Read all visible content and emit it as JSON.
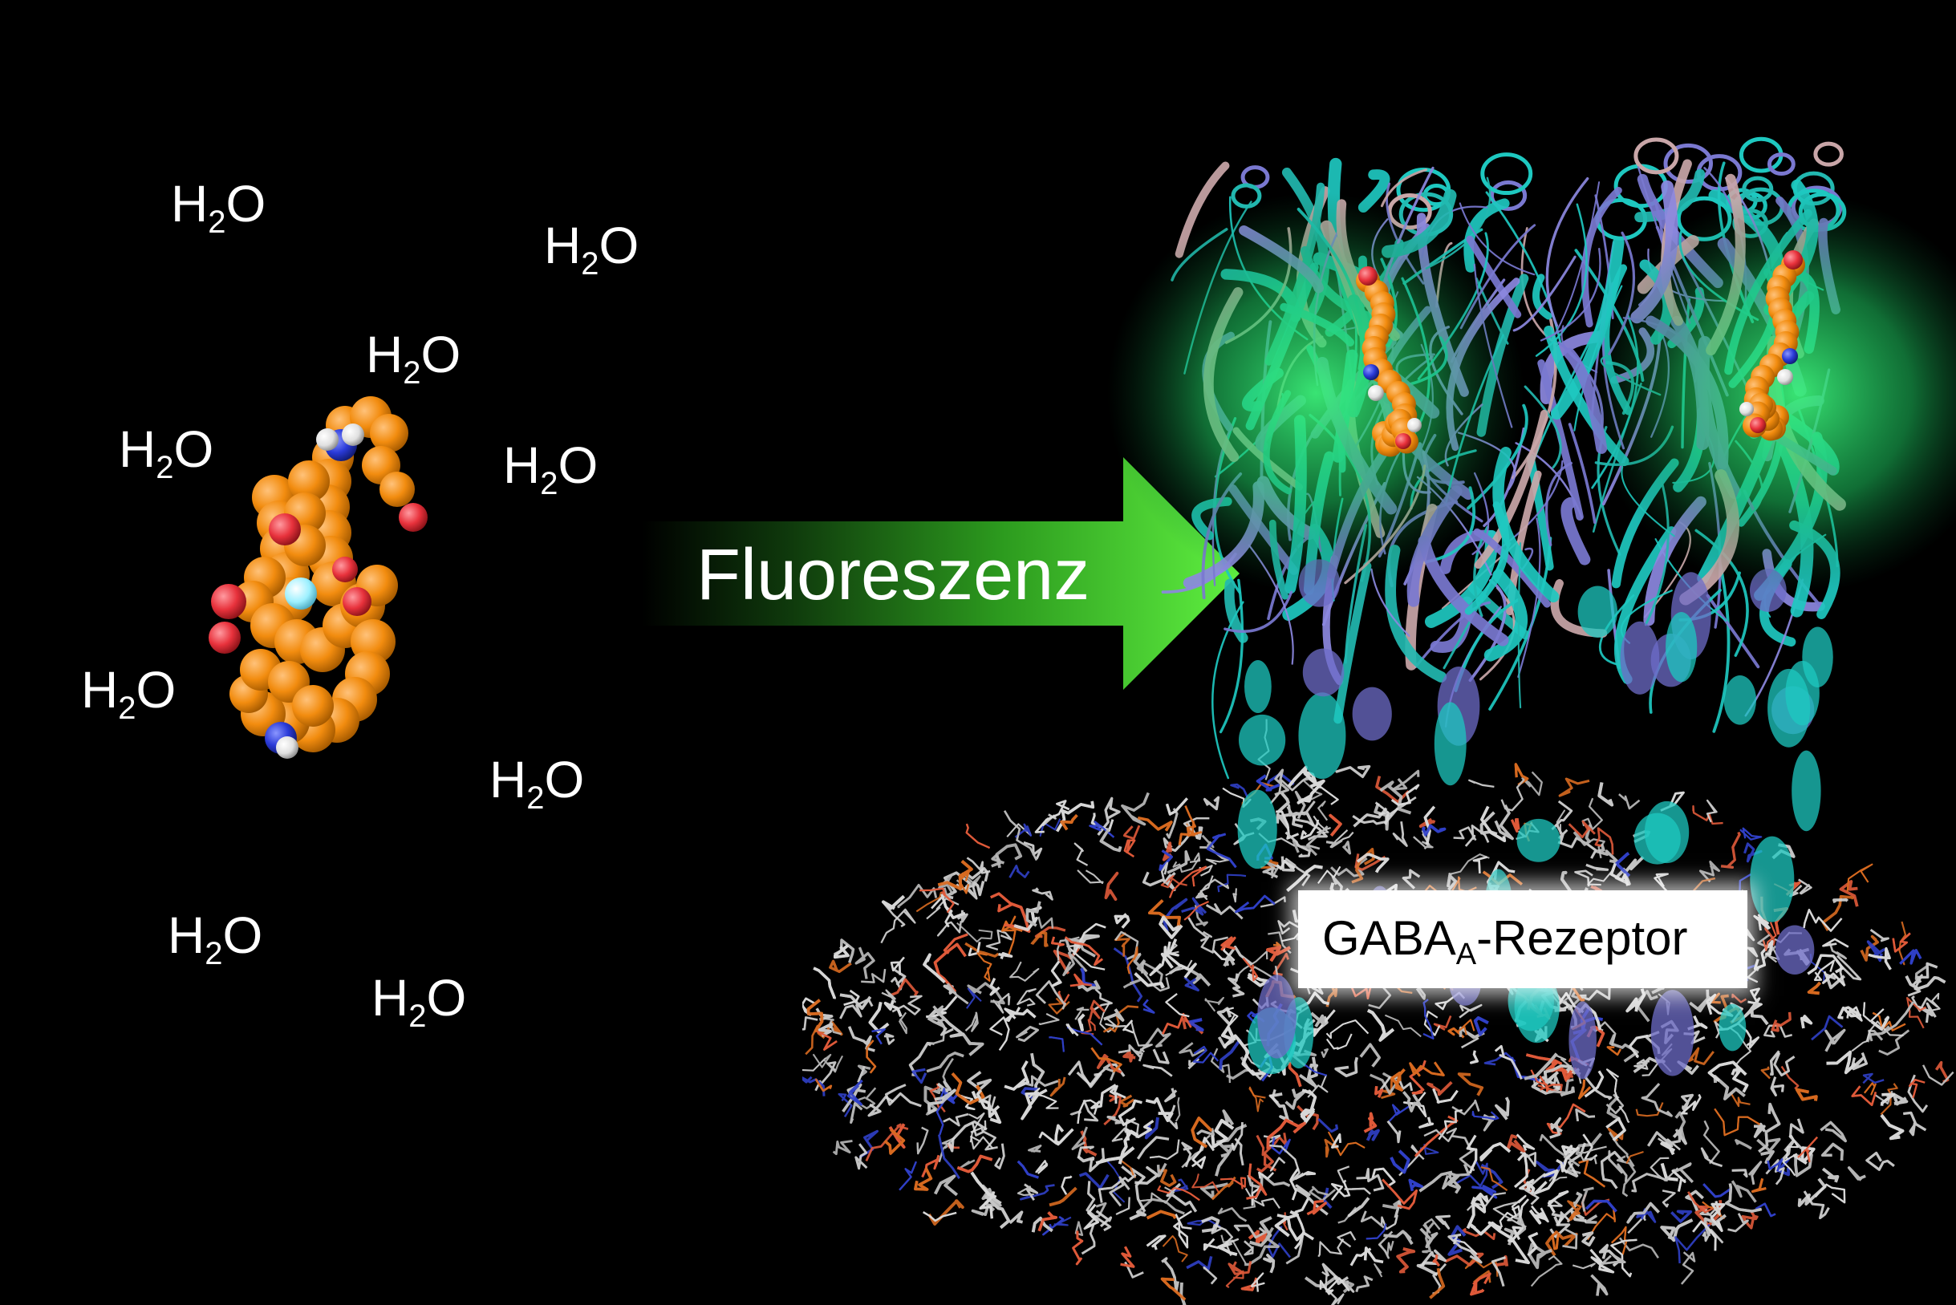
{
  "water_labels": [
    "H",
    "2",
    "O"
  ],
  "arrow": {
    "label": "Fluoreszenz",
    "color": "#52e03a"
  },
  "receptor": {
    "label_main": "GABA",
    "label_sub": "A",
    "label_suffix": "-Rezeptor"
  },
  "colors": {
    "ligand": "#f28c0f",
    "oxygen": "#e8323c",
    "nitrogen": "#2a3ad8",
    "hydrogen": "#e8e8e8",
    "protein_cyan": "#1ec8c0",
    "protein_purple": "#7a78d0",
    "protein_pink": "#c9a6a8",
    "fluorescence_glow": "#2fe06a",
    "lipid": "#c8c8c8"
  }
}
